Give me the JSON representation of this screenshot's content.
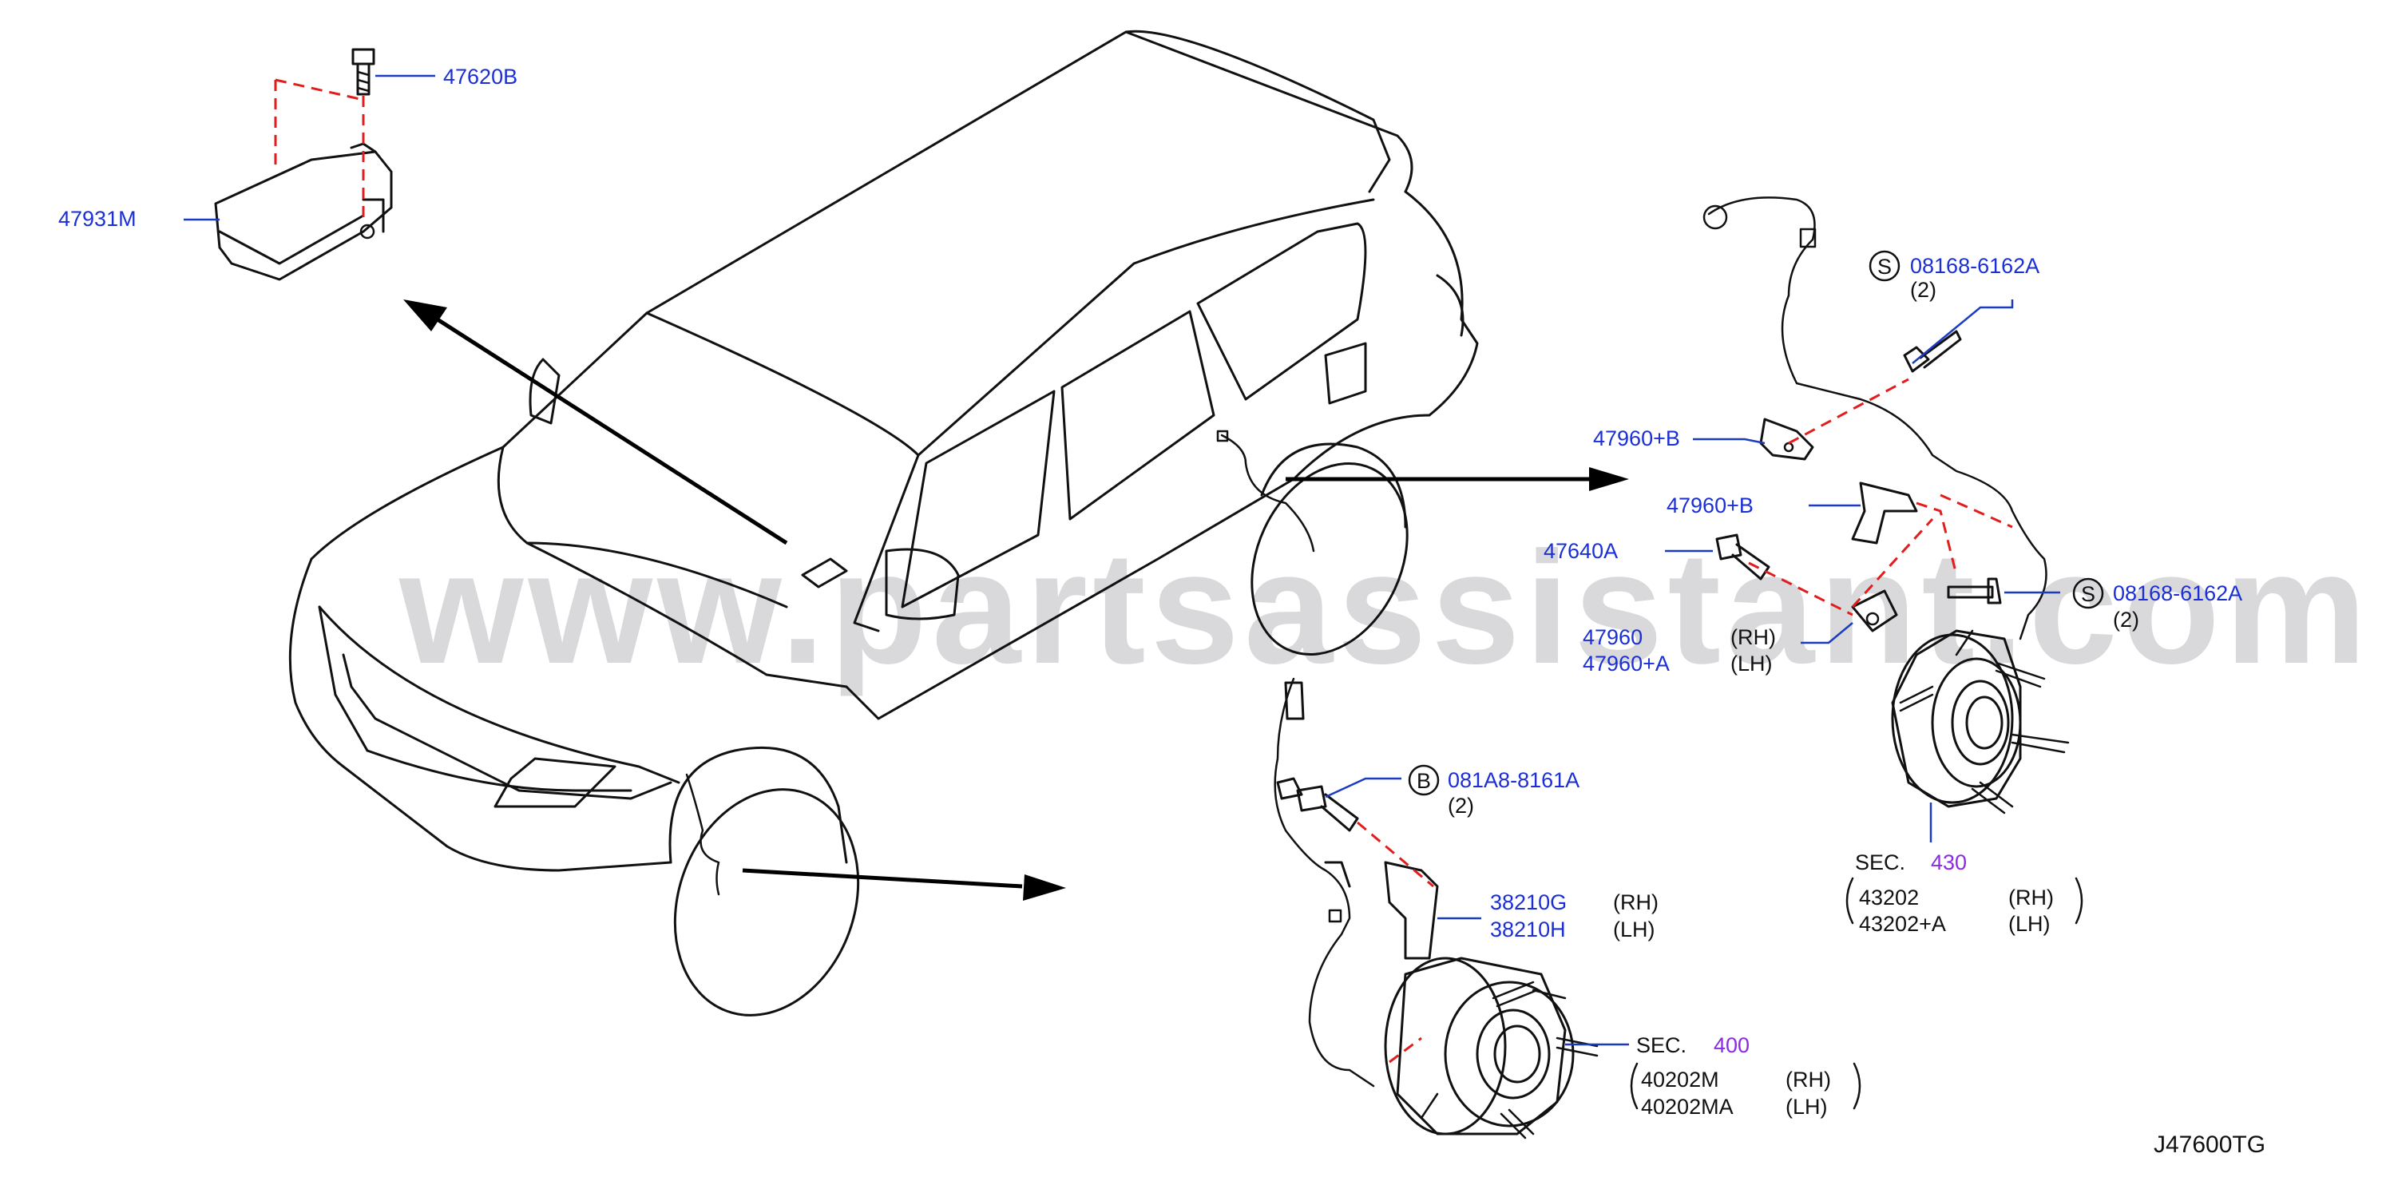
{
  "watermark": "www.partsassistant.com",
  "drawing_code": "J47600TG",
  "colors": {
    "part_label": "#1b2fd6",
    "section_number": "#8a2be2",
    "phantom_line": "#e21d1d",
    "leader_line": "#1b3cc0",
    "watermark": "#d9d9dc"
  },
  "labels": {
    "p47620B": "47620B",
    "p47931M": "47931M",
    "p08168_top": "08168-6162A",
    "p08168_top_qty": "(2)",
    "p08168_top_symbol": "S",
    "p47960B_1": "47960+B",
    "p47960B_2": "47960+B",
    "p47640A": "47640A",
    "p08168_mid": "08168-6162A",
    "p08168_mid_qty": "(2)",
    "p08168_mid_symbol": "S",
    "p47960": "47960",
    "p47960_rh": "(RH)",
    "p47960A": "47960+A",
    "p47960A_lh": "(LH)",
    "sec430_prefix": "SEC.",
    "sec430_num": "430",
    "p43202": "43202",
    "p43202_rh": "(RH)",
    "p43202A": "43202+A",
    "p43202A_lh": "(LH)",
    "p081A8": "081A8-8161A",
    "p081A8_qty": "(2)",
    "p081A8_symbol": "B",
    "p38210G": "38210G",
    "p38210G_rh": "(RH)",
    "p38210H": "38210H",
    "p38210H_lh": "(LH)",
    "sec400_prefix": "SEC.",
    "sec400_num": "400",
    "p40202M": "40202M",
    "p40202M_rh": "(RH)",
    "p40202MA": "40202MA",
    "p40202MA_lh": "(LH)"
  }
}
